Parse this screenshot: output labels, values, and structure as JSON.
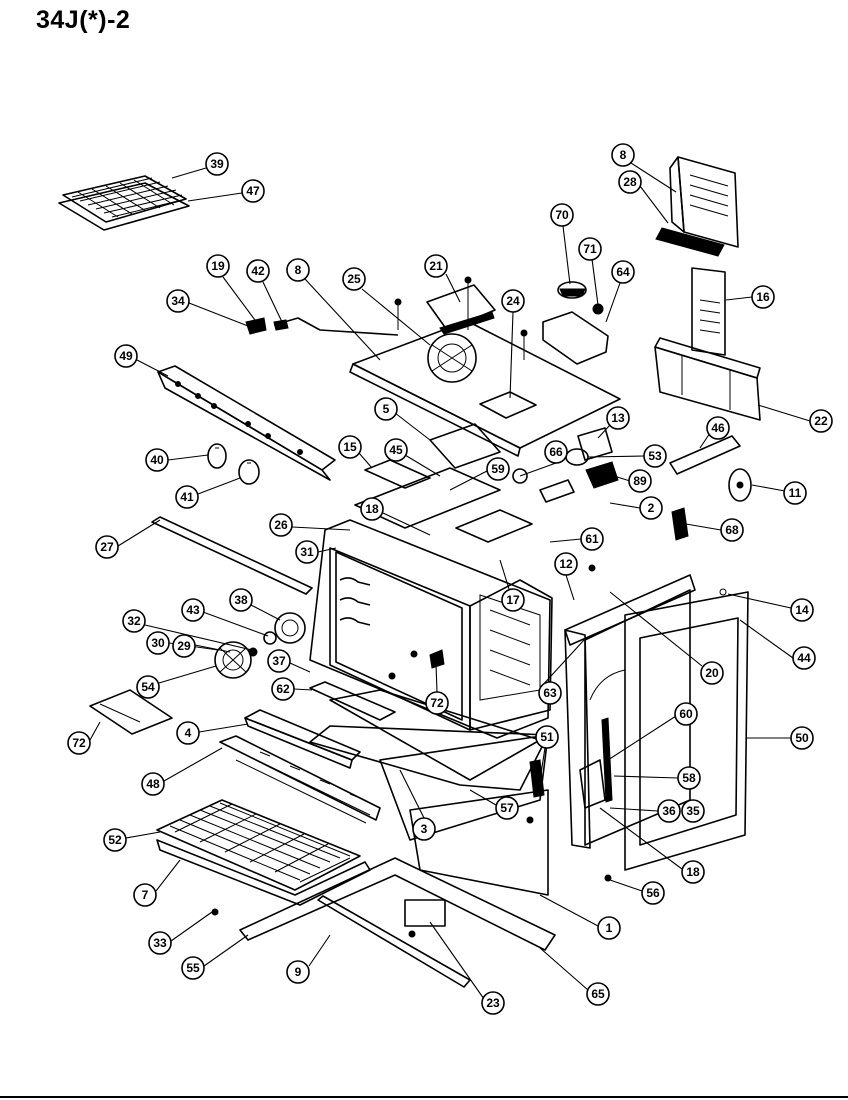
{
  "title": "34J(*)-2",
  "callouts": [
    "39",
    "47",
    "8",
    "28",
    "70",
    "71",
    "64",
    "19",
    "42",
    "8",
    "25",
    "21",
    "24",
    "34",
    "16",
    "49",
    "22",
    "5",
    "13",
    "46",
    "15",
    "45",
    "66",
    "53",
    "40",
    "59",
    "89",
    "11",
    "41",
    "2",
    "18",
    "26",
    "68",
    "61",
    "27",
    "31",
    "17",
    "12",
    "14",
    "38",
    "43",
    "20",
    "32",
    "30",
    "29",
    "44",
    "37",
    "54",
    "62",
    "72",
    "63",
    "72",
    "60",
    "50",
    "4",
    "51",
    "48",
    "58",
    "36",
    "35",
    "57",
    "3",
    "52",
    "18",
    "7",
    "56",
    "1",
    "33",
    "55",
    "9",
    "23",
    "65"
  ],
  "colors": {
    "ink": "#000000",
    "paper": "#ffffff"
  }
}
